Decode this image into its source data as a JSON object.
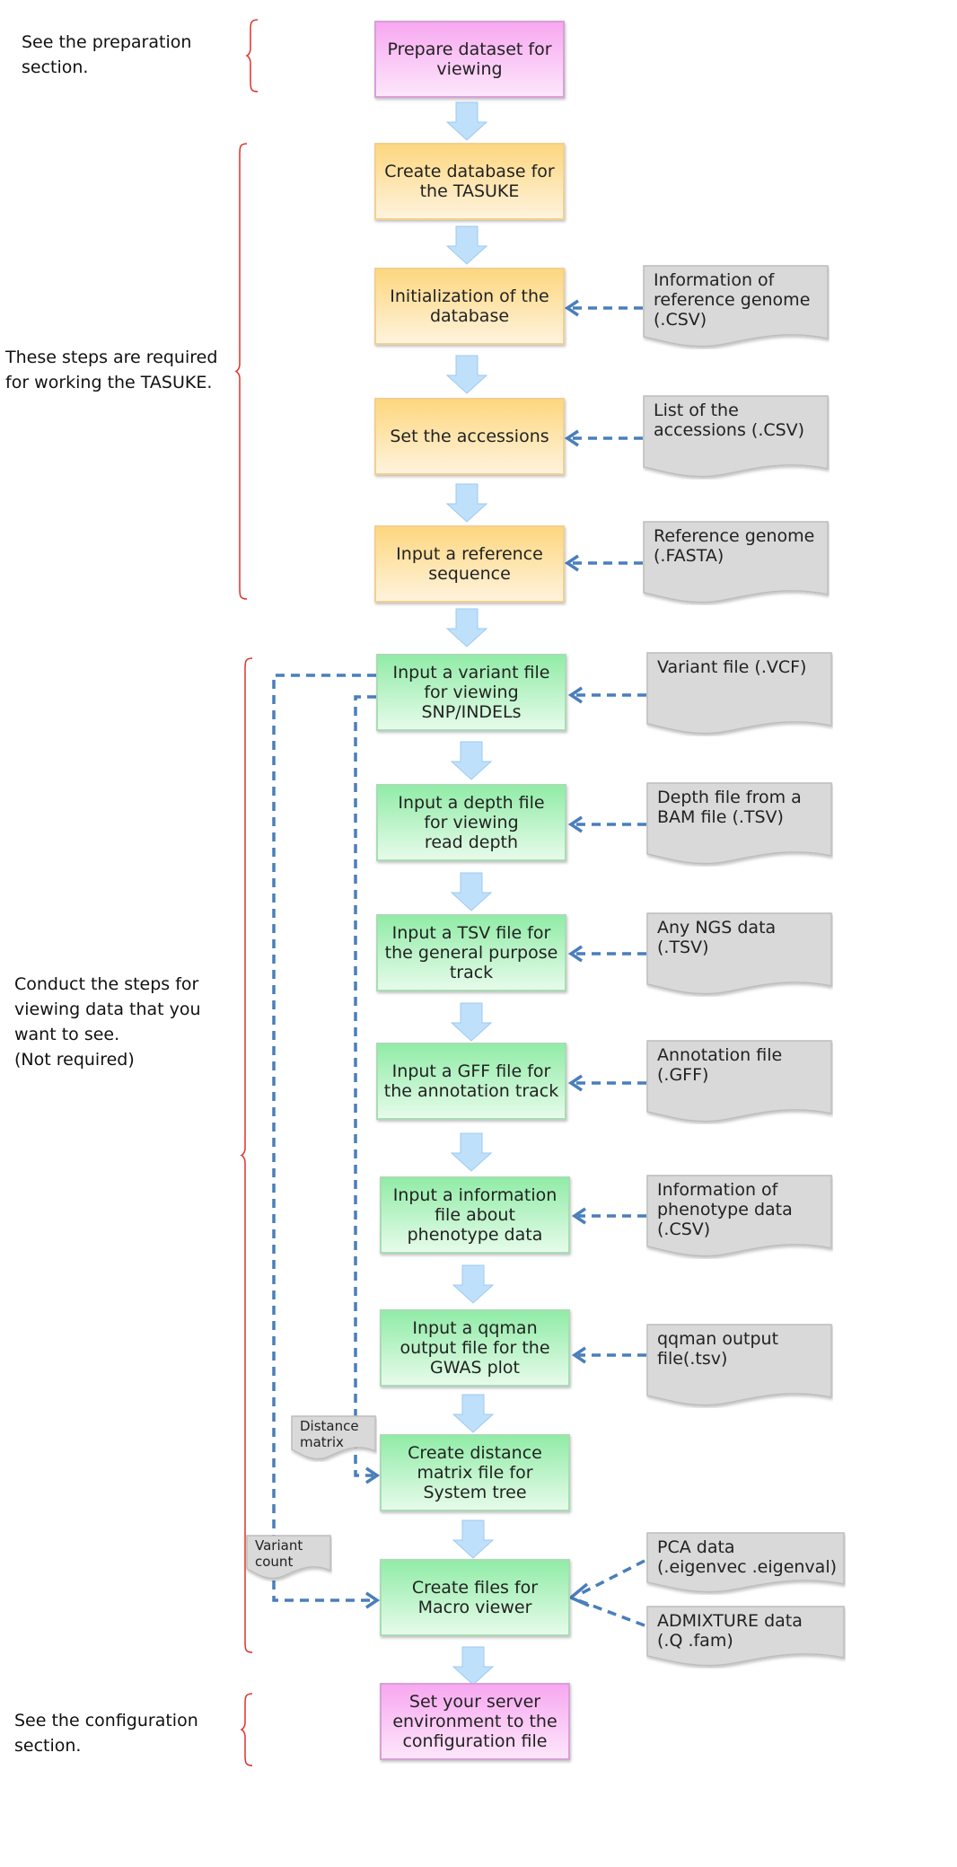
{
  "side_notes": {
    "preparation": "See the preparation\nsection.",
    "required": "These steps are required\nfor working the TASUKE.",
    "optional": "Conduct the steps for\nviewing data that you\nwant to see.\n(Not required)",
    "configuration": "See the configuration\nsection."
  },
  "steps": [
    "Prepare dataset for\nviewing",
    "Create database for\nthe TASUKE",
    "Initialization of the\ndatabase",
    "Set the accessions",
    "Input a reference\nsequence",
    "Input a variant file\nfor viewing\nSNP/INDELs",
    "Input a depth file\nfor viewing\nread depth",
    "Input a TSV file for\nthe general purpose\ntrack",
    "Input a GFF file for\nthe annotation track",
    "Input a information\nfile about\nphenotype data",
    "Input a qqman\noutput  file for the\nGWAS plot",
    "Create distance\nmatrix file for\nSystem tree",
    "Create files for\nMacro viewer",
    "Set your server\nenvironment to the\nconfiguration file"
  ],
  "inputs": [
    "Information of\nreference genome\n(.CSV)",
    "List of the\naccessions (.CSV)",
    "Reference genome\n(.FASTA)",
    "Variant file  (.VCF)",
    "Depth file from a\nBAM file (.TSV)",
    "Any NGS data\n(.TSV)",
    "Annotation file\n(.GFF)",
    "Information of\nphenotype data\n(.CSV)",
    "qqman output\nfile(.tsv)",
    "PCA data\n(.eigenvec .eigenval)",
    "ADMIXTURE data\n(.Q .fam)"
  ],
  "mini_labels": {
    "distance_matrix": "Distance\nmatrix",
    "variant_count": "Variant\ncount"
  },
  "colors": {
    "connector": "#4a7ebb",
    "bracket": "#e0312b",
    "arrow_fill": "#bfe0fb",
    "arrow_stroke": "#9cc9f0",
    "doc_fill": "#d9d9d9",
    "doc_stroke": "#bdbdbd",
    "pink": "#f7a8f0",
    "orange": "#fdd77f",
    "green": "#91eca7"
  }
}
